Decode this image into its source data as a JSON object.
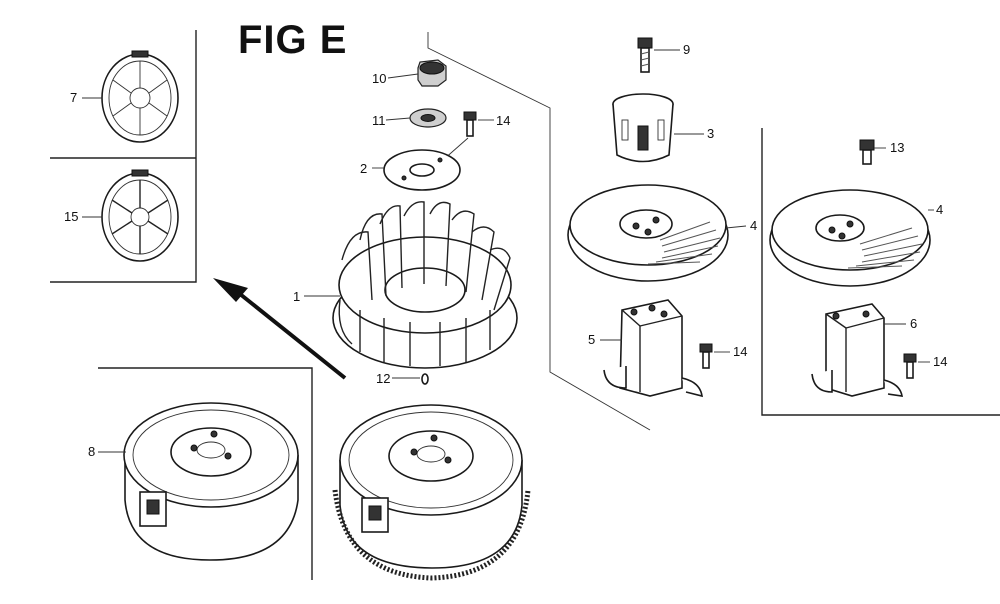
{
  "figure": {
    "title": "FIG E"
  },
  "callouts": [
    {
      "id": "c1",
      "text": "1"
    },
    {
      "id": "c2",
      "text": "2"
    },
    {
      "id": "c3",
      "text": "3"
    },
    {
      "id": "c4a",
      "text": "4"
    },
    {
      "id": "c4b",
      "text": "4"
    },
    {
      "id": "c5",
      "text": "5"
    },
    {
      "id": "c6",
      "text": "6"
    },
    {
      "id": "c7",
      "text": "7"
    },
    {
      "id": "c8",
      "text": "8"
    },
    {
      "id": "c9",
      "text": "9"
    },
    {
      "id": "c10",
      "text": "10"
    },
    {
      "id": "c11",
      "text": "11"
    },
    {
      "id": "c12",
      "text": "12"
    },
    {
      "id": "c13",
      "text": "13"
    },
    {
      "id": "c14a",
      "text": "14"
    },
    {
      "id": "c14b",
      "text": "14"
    },
    {
      "id": "c14c",
      "text": "14"
    },
    {
      "id": "c15",
      "text": "15"
    }
  ]
}
